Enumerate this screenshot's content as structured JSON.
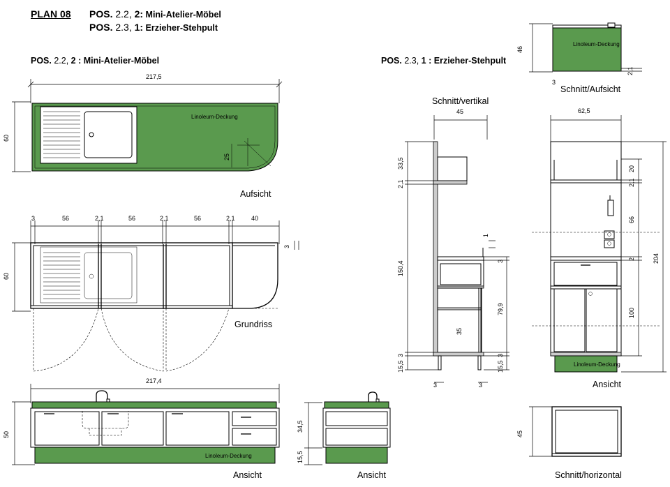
{
  "header": {
    "plan": "PLAN 08",
    "line1_pos": "POS.",
    "line1_num": " 2.2, ",
    "line1_item": "2:",
    "line1_name": " Mini-Atelier-Möbel",
    "line2_pos": "POS.",
    "line2_num": " 2.3, ",
    "line2_item": "1:",
    "line2_name": "  Erzieher-Stehpult"
  },
  "left_title": {
    "pos": "POS.",
    "num": " 2.2, ",
    "item": "2 :",
    "name": "  Mini-Atelier-Möbel"
  },
  "right_title": {
    "pos": "POS.",
    "num": " 2.3, ",
    "item": "1 :",
    "name": "  Erzieher-Stehpult"
  },
  "views": {
    "aufsicht": "Aufsicht",
    "grundriss": "Grundriss",
    "ansicht": "Ansicht",
    "schnitt_vertikal": "Schnitt/vertikal",
    "schnitt_aufsicht": "Schnitt/Aufsicht",
    "schnitt_horizontal": "Schnitt/horizontal"
  },
  "labels": {
    "linoleum": "Linoleum-Deckung"
  },
  "dims": {
    "top_width": "217,5",
    "depth_60": "60",
    "corner_25": "25",
    "seg_3": "3",
    "seg_56": "56",
    "seg_21": "2,1",
    "seg_40": "40",
    "ans_width": "217,4",
    "h_50": "50",
    "h_345": "34,5",
    "h_155": "15,5",
    "sv_45": "45",
    "sv_335": "33,5",
    "sv_1504": "150,4",
    "sv_799": "79,9",
    "sv_35": "35",
    "sv_1": "1",
    "sa_46": "46",
    "sa_21": "2,1",
    "w_625": "62,5",
    "r_20": "20",
    "r_66": "66",
    "r_2": "2",
    "r_100": "100",
    "r_204": "204",
    "sh_45": "45"
  }
}
